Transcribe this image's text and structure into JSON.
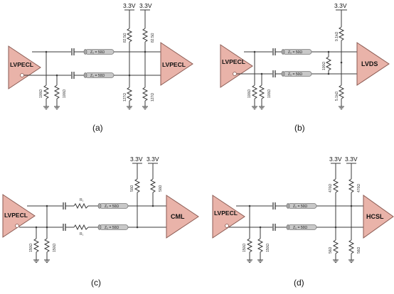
{
  "panels": {
    "a": {
      "caption": "(a)",
      "driver": "LVPECL",
      "receiver": "LVPECL",
      "rail_top": [
        "3.3V",
        "3.3V"
      ],
      "pullups": [
        "82.5Ω",
        "82.5Ω"
      ],
      "pulldowns": [
        "127Ω",
        "127Ω"
      ],
      "bias": [
        "100Ω",
        "100Ω"
      ],
      "tline": [
        "Z₀ = 50Ω",
        "Z₀ = 50Ω"
      ]
    },
    "b": {
      "caption": "(b)",
      "driver": "LVPECL",
      "receiver": "LVDS",
      "rail_top": "3.3V",
      "pullup": "9.1kΩ",
      "pulldown": "5.1kΩ",
      "term": "100Ω",
      "bias": [
        "100Ω",
        "100Ω"
      ],
      "tline": [
        "Z₀ = 50Ω",
        "Z₀ = 50Ω"
      ]
    },
    "c": {
      "caption": "(c)",
      "driver": "LVPECL",
      "receiver": "CML",
      "rail_top": [
        "3.3V",
        "3.3V"
      ],
      "pullups": [
        "50Ω",
        "50Ω"
      ],
      "series": [
        "R₁",
        "R₁"
      ],
      "bias": [
        "150Ω",
        "150Ω"
      ],
      "tline": [
        "Z₀ = 50Ω",
        "Z₀ = 50Ω"
      ]
    },
    "d": {
      "caption": "(d)",
      "driver": "LVPECL",
      "receiver": "HCSL",
      "rail_top": [
        "3.3V",
        "3.3V"
      ],
      "pullups": [
        "470Ω",
        "470Ω"
      ],
      "pulldowns": [
        "56Ω",
        "56Ω"
      ],
      "bias": [
        "150Ω",
        "150Ω"
      ],
      "tline": [
        "Z₀ = 50Ω",
        "Z₀ = 50Ω"
      ]
    }
  }
}
